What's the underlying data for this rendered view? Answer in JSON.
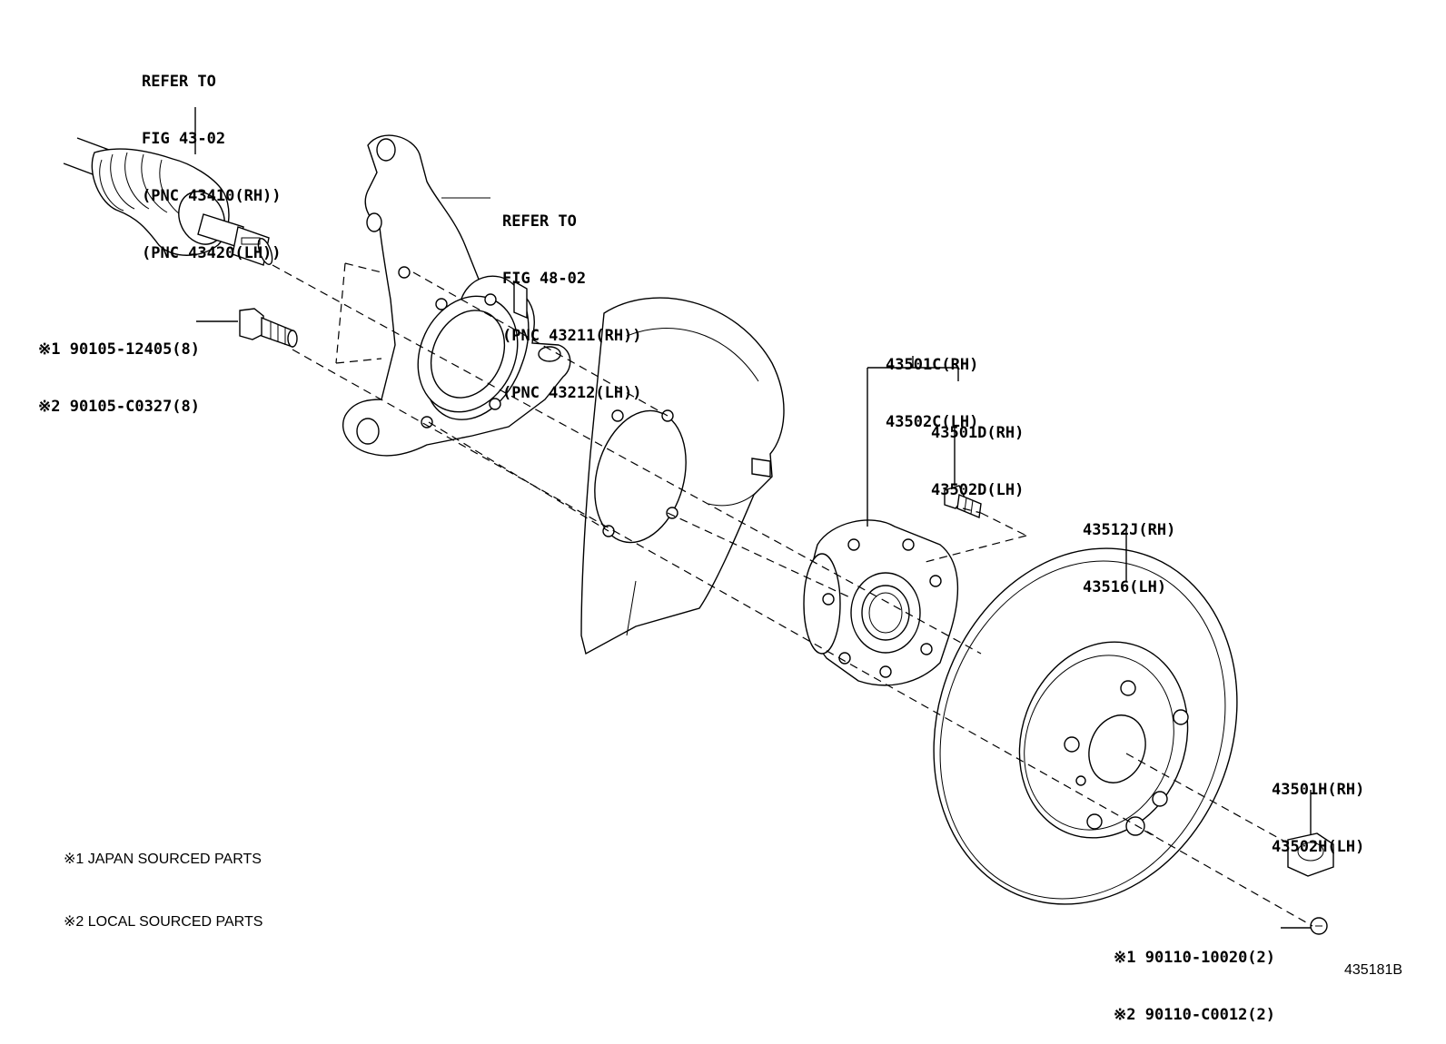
{
  "labels": {
    "drive_shaft": [
      "REFER TO",
      "FIG 43-02",
      "(PNC 43410(RH))",
      "(PNC 43420(LH))"
    ],
    "knuckle": [
      "REFER TO",
      "FIG 48-02",
      "(PNC 43211(RH))",
      "(PNC 43212(LH))"
    ],
    "knuckle_bolt": [
      "※1 90105-12405(8)",
      "※2 90105-C0327(8)"
    ],
    "hub_assy": [
      "43501C(RH)",
      "43502C(LH)"
    ],
    "hub_bolt": [
      "43501D(RH)",
      "43502D(LH)"
    ],
    "disc": [
      "43512J(RH)",
      "43516(LH)"
    ],
    "hub_nut": [
      "43501H(RH)",
      "43502H(LH)"
    ],
    "disc_screw": [
      "※1 90110-10020(2)",
      "※2 90110-C0012(2)"
    ]
  },
  "notes": [
    "※1 JAPAN SOURCED PARTS",
    "※2 LOCAL SOURCED PARTS"
  ],
  "figure_id": "435181B"
}
